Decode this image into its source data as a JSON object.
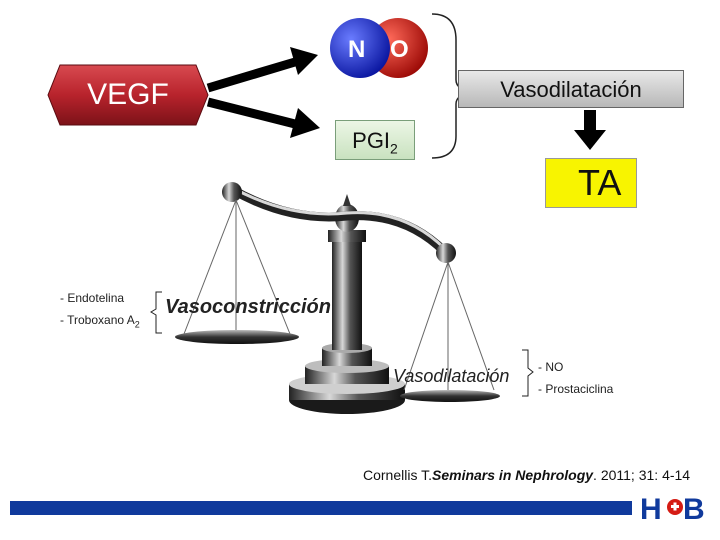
{
  "vegf": {
    "label": "VEGF"
  },
  "no_molecule": {
    "n": "N",
    "o": "O"
  },
  "vasodilatacion_box": {
    "label": "Vasodilatación"
  },
  "pgi": {
    "label": "PGI",
    "sub": "2"
  },
  "ta": {
    "label": "TA"
  },
  "left_pan": {
    "items": [
      "- Endotelina",
      "- Troboxano A",
      "2"
    ],
    "label": "Vasoconstricción"
  },
  "right_pan": {
    "label": "Vasodilatación",
    "items": [
      "- NO",
      "- Prostaciclina"
    ]
  },
  "citation": {
    "author": "Cornellis T.",
    "journal": "Seminars in Nephrology",
    "rest": ". 2011; 31: 4-14"
  },
  "colors": {
    "vegf": "#b8232c",
    "n_atom": "#1d2fd0",
    "o_atom": "#d51c14",
    "ta_box": "#f8f400",
    "brand_bar": "#103a9c"
  },
  "icons": [
    "arrow-right-icon",
    "arrow-down-icon",
    "scale-icon",
    "hb-logo"
  ]
}
